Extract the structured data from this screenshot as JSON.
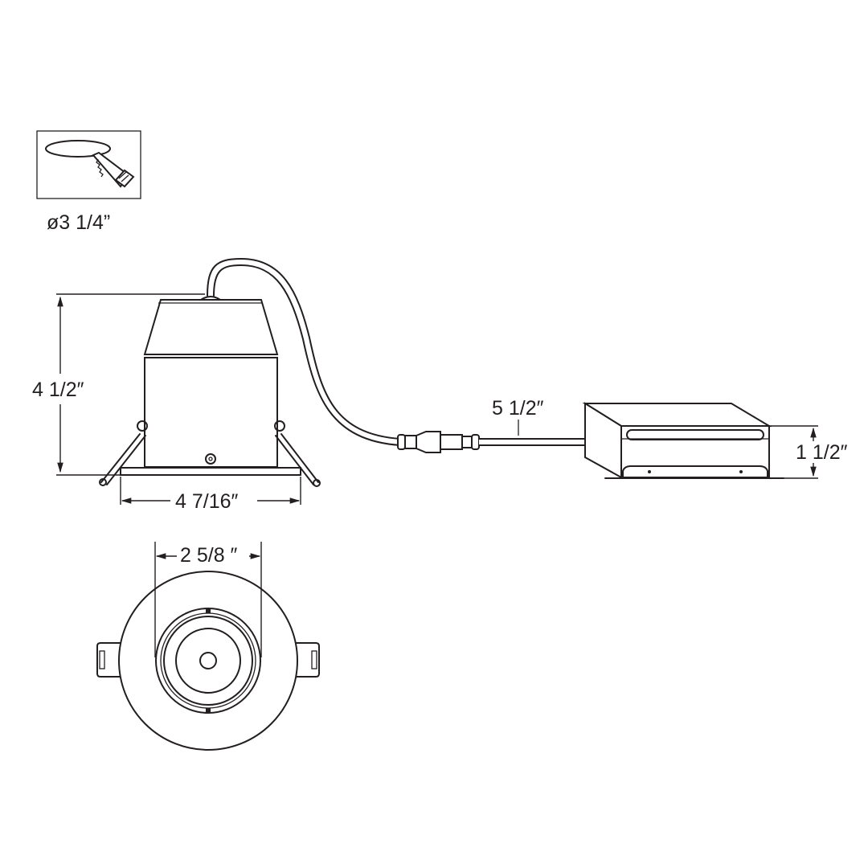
{
  "cutout_icon": {
    "label": "ø3 1/4”",
    "icon": "hole-saw-cutout-icon"
  },
  "side_view": {
    "height_label": "4 1/2″",
    "width_label": "4 7/16″"
  },
  "cable": {
    "length_label": "5 1/2″"
  },
  "driver_box": {
    "height_label": "1 1/2″"
  },
  "front_view": {
    "aperture_label": "2 5/8 ″"
  },
  "colors": {
    "line": "#231f20",
    "background": "#ffffff"
  }
}
